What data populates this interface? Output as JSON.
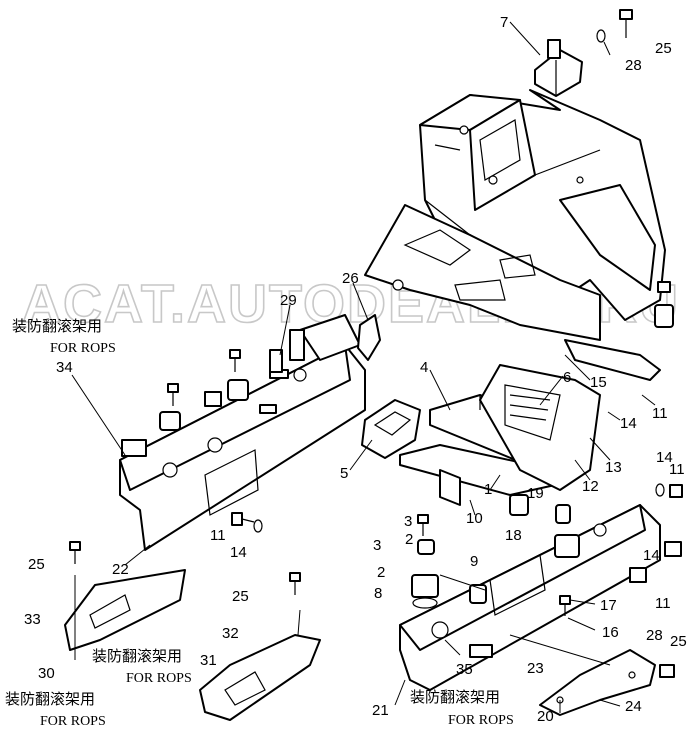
{
  "watermark": "ACAT.AUTODEALER.RU",
  "annotations": [
    {
      "id": "rops-a",
      "cn": "装防翻滚架用",
      "en": "FOR ROPS"
    },
    {
      "id": "rops-b",
      "cn": "装防翻滚架用",
      "en": "FOR ROPS"
    },
    {
      "id": "rops-c",
      "cn": "装防翻滚架用",
      "en": "FOR ROPS"
    },
    {
      "id": "rops-d",
      "cn": "装防翻滚架用",
      "en": "FOR ROPS"
    }
  ],
  "callouts": {
    "c1": "1",
    "c2a": "2",
    "c2b": "2",
    "c3a": "3",
    "c3b": "3",
    "c4": "4",
    "c5": "5",
    "c6": "6",
    "c7": "7",
    "c8": "8",
    "c9": "9",
    "c10": "10",
    "c11a": "11",
    "c11b": "11",
    "c11c": "11",
    "c11d": "11",
    "c12": "12",
    "c13": "13",
    "c14a": "14",
    "c14b": "14",
    "c14c": "14",
    "c14d": "14",
    "c15": "15",
    "c16": "16",
    "c17": "17",
    "c18": "18",
    "c19": "19",
    "c20": "20",
    "c21": "21",
    "c22": "22",
    "c23": "23",
    "c24": "24",
    "c25a": "25",
    "c25b": "25",
    "c25c": "25",
    "c25d": "25",
    "c26": "26",
    "c28a": "28",
    "c28b": "28",
    "c29": "29",
    "c30": "30",
    "c31": "31",
    "c32": "32",
    "c33": "33",
    "c34": "34",
    "c35": "35"
  }
}
